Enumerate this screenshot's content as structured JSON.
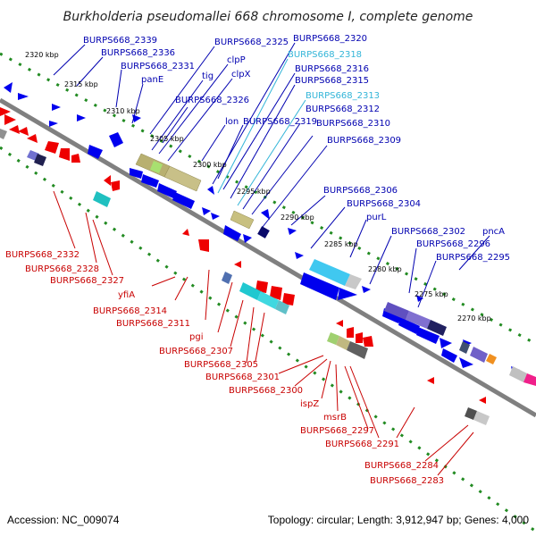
{
  "title": "Burkholderia pseudomallei 668 chromosome I, complete genome",
  "footer": {
    "accession": "Accession: NC_009074",
    "info": "Topology: circular; Length: 3,912,947 bp; Genes: 4,000"
  },
  "kbp_ticks": [
    "2320 kbp",
    "2315 kbp",
    "2310 kbp",
    "2305 kbp",
    "2300 kbp",
    "2295 kbp",
    "2290 kbp",
    "2285 kbp",
    "2280 kbp",
    "2275 kbp",
    "2270 kbp"
  ],
  "top_labels": [
    "BURPS668_2339",
    "BURPS668_2336",
    "BURPS668_2331",
    "panE",
    "BURPS668_2325",
    "tig",
    "clpP",
    "clpX",
    "BURPS668_2326",
    "lon",
    "BURPS668_2320",
    "BURPS668_2318",
    "BURPS668_2316",
    "BURPS668_2315",
    "BURPS668_2313",
    "BURPS668_2319",
    "BURPS668_2312",
    "BURPS668_2310",
    "BURPS668_2309",
    "BURPS668_2306",
    "BURPS668_2304",
    "purL",
    "BURPS668_2302",
    "pncA",
    "BURPS668_2296",
    "BURPS668_2295"
  ],
  "bottom_labels": [
    "BURPS668_2332",
    "BURPS668_2328",
    "BURPS668_2327",
    "yfiA",
    "BURPS668_2314",
    "BURPS668_2311",
    "pgi",
    "BURPS668_2307",
    "BURPS668_2305",
    "BURPS668_2301",
    "BURPS668_2300",
    "ispZ",
    "msrB",
    "BURPS668_2297",
    "BURPS668_2291",
    "BURPS668_2284",
    "BURPS668_2283"
  ],
  "colors": {
    "forward": "#0000ee",
    "reverse": "#ee0000",
    "backbone": "#808080",
    "dots": "#228b22",
    "highlight_label": "#33b5d8"
  }
}
